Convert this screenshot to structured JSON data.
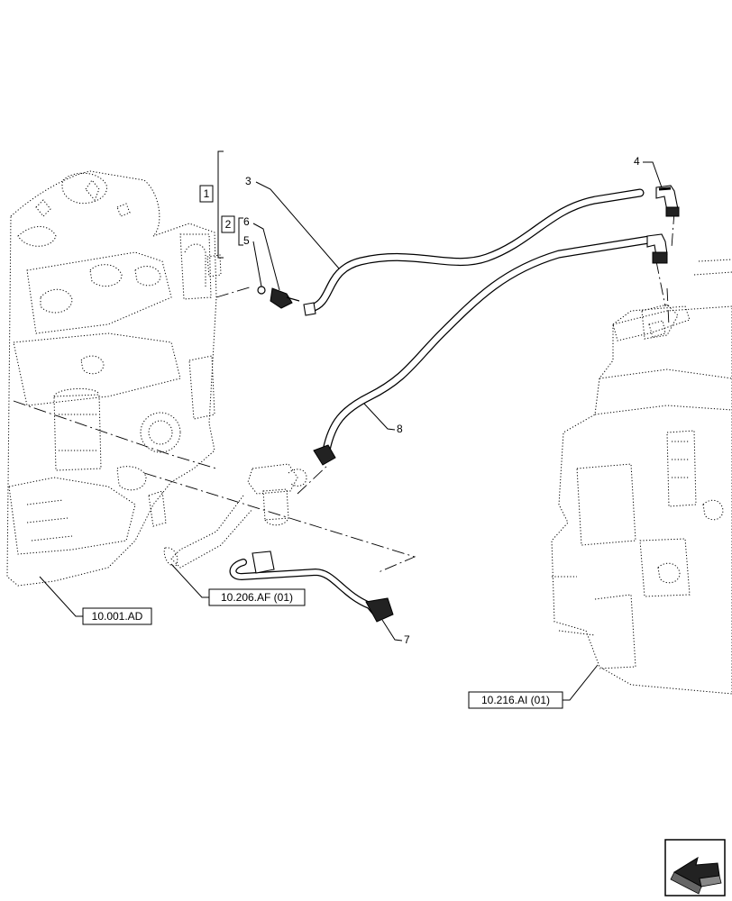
{
  "callouts": {
    "c1": "1",
    "c2": "2",
    "c3": "3",
    "c4": "4",
    "c5": "5",
    "c6": "6",
    "c7": "7",
    "c8": "8"
  },
  "references": {
    "engine": "10.001.AD",
    "filter": "10.206.AF (01)",
    "tank": "10.216.AI (01)"
  },
  "nav_icon": "arrow-next-page-icon"
}
